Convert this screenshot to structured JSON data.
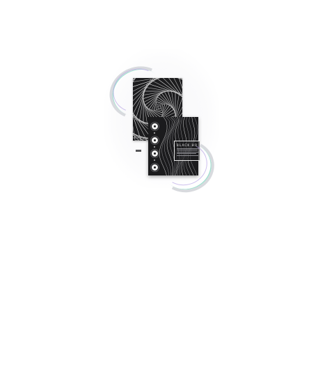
{
  "artwork": {
    "label_title": "BLACK HO",
    "colors": {
      "card": "#1c1c1e",
      "line": "#d0d0d0",
      "ring": "#d8dade",
      "ring_accent_green": "#9fe0cf",
      "ring_accent_violet": "#b9a6e6"
    },
    "icons": [
      "spiral-pattern",
      "wave-contour-pattern",
      "dial-icon"
    ]
  }
}
